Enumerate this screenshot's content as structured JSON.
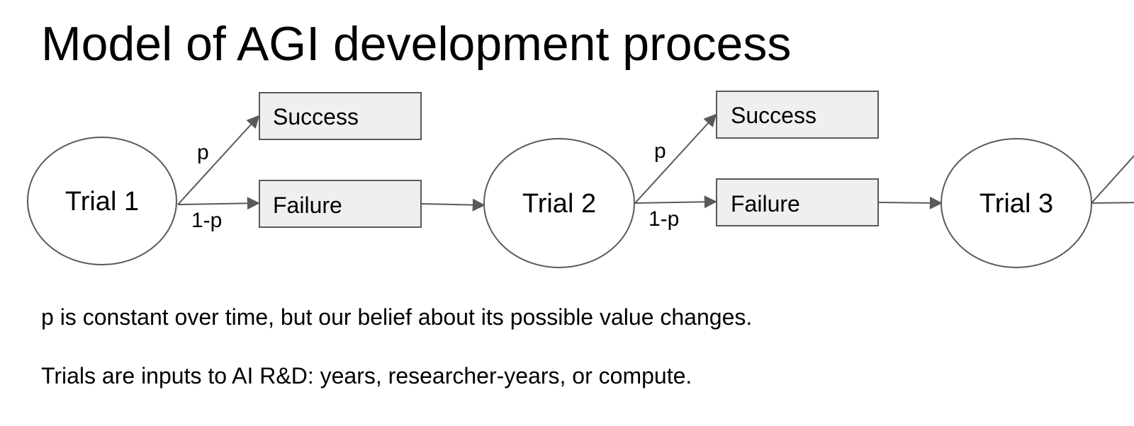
{
  "slide": {
    "title": "Model of AGI development process",
    "notes": [
      "p is constant over time, but our belief about its possible value changes.",
      "Trials are inputs to AI R&D: years, researcher-years, or compute."
    ]
  },
  "diagram": {
    "trials": [
      {
        "label": "Trial 1",
        "success_label": "Success",
        "failure_label": "Failure",
        "p_label": "p",
        "q_label": "1-p"
      },
      {
        "label": "Trial 2",
        "success_label": "Success",
        "failure_label": "Failure",
        "p_label": "p",
        "q_label": "1-p"
      },
      {
        "label": "Trial 3"
      }
    ],
    "colors": {
      "box_fill": "#efefef",
      "stroke": "#595959",
      "arrow": "#595959",
      "node_fill": "#ffffff"
    }
  }
}
